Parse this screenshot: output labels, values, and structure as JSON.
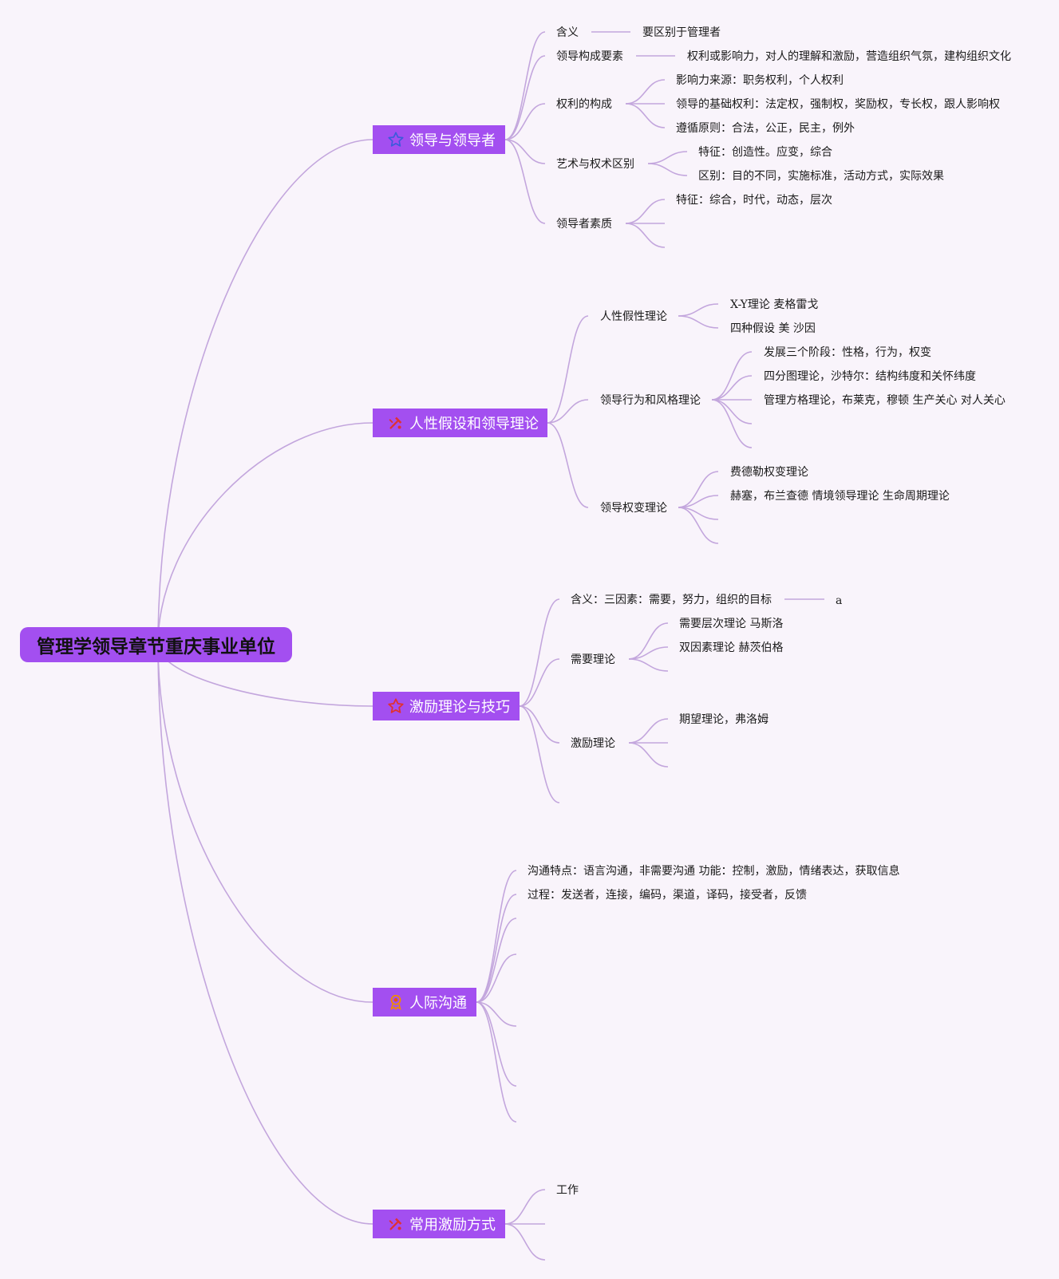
{
  "root": {
    "title": "管理学领导章节重庆事业单位"
  },
  "topics": [
    {
      "label": "领导与领导者",
      "icon": "star-outline-icon",
      "children": [
        {
          "label": "含义",
          "leaf": "要区别于管理者"
        },
        {
          "label": "领导构成要素",
          "leaf": "权利或影响力，对人的理解和激励，营造组织气氛，建构组织文化"
        },
        {
          "label": "权利的构成",
          "children": [
            "影响力来源：职务权利，个人权利",
            "领导的基础权利：法定权，强制权，奖励权，专长权，跟人影响权",
            "遵循原则：合法，公正，民主，例外"
          ]
        },
        {
          "label": "艺术与权术区别",
          "children": [
            "特征：创造性。应变，综合",
            "区别：目的不同，实施标准，活动方式，实际效果"
          ]
        },
        {
          "label": "领导者素质",
          "children": [
            "特征：综合，时代，动态，层次"
          ]
        }
      ]
    },
    {
      "label": "人性假设和领导理论",
      "icon": "tools-icon",
      "children": [
        {
          "label": "人性假性理论",
          "children": [
            "X-Y理论 麦格雷戈",
            "四种假设 美 沙因"
          ]
        },
        {
          "label": "领导行为和风格理论",
          "children": [
            "发展三个阶段：性格，行为，权变",
            "四分图理论，沙特尔：结构纬度和关怀纬度",
            "管理方格理论，布莱克，穆顿 生产关心 对人关心"
          ]
        },
        {
          "label": "领导权变理论",
          "children": [
            "费德勒权变理论",
            "赫塞，布兰查德 情境领导理论 生命周期理论"
          ]
        }
      ]
    },
    {
      "label": "激励理论与技巧",
      "icon": "star-red-icon",
      "children": [
        {
          "label": "含义：三因素：需要，努力，组织的目标",
          "leaf": "a"
        },
        {
          "label": "需要理论",
          "children": [
            "需要层次理论 马斯洛",
            "双因素理论 赫茨伯格"
          ]
        },
        {
          "label": "激励理论",
          "children": [
            "期望理论，弗洛姆"
          ]
        }
      ]
    },
    {
      "label": "人际沟通",
      "icon": "medal-icon",
      "children": [
        {
          "label": "沟通特点：语言沟通，非需要沟通 功能：控制，激励，情绪表达，获取信息"
        },
        {
          "label": "过程：发送者，连接，编码，渠道，译码，接受者，反馈"
        }
      ]
    },
    {
      "label": "常用激励方式",
      "icon": "tools-icon",
      "children": [
        {
          "label": "工作"
        }
      ]
    }
  ],
  "colors": {
    "topic_fill": "#a34ff0",
    "link": "#c3a6dd",
    "background": "#f9f4fb"
  }
}
